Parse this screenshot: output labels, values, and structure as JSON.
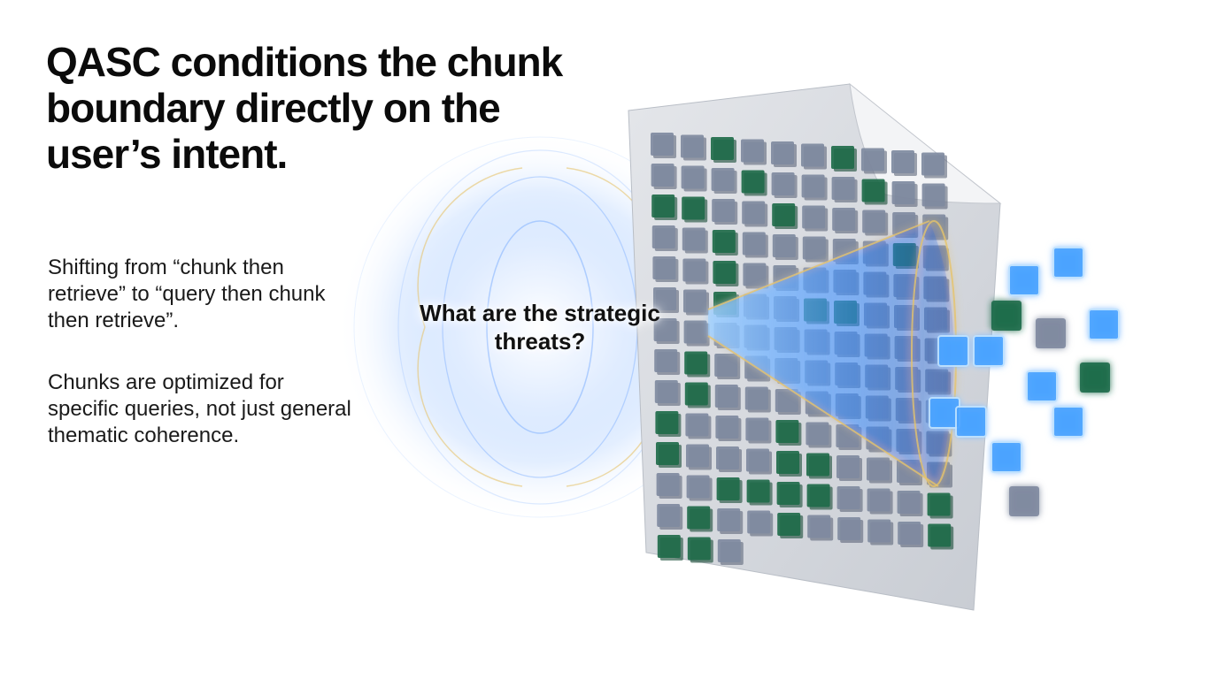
{
  "title": "QASC conditions the chunk boundary directly on the user’s intent.",
  "paragraphs": [
    "Shifting from “chunk then retrieve” to “query then chunk then retrieve”.",
    "Chunks are optimized for specific queries, not just general thematic coherence."
  ],
  "query_text": "What are the strategic threats?",
  "colors": {
    "cube_gray": "#7f8aa0",
    "cube_green": "#1f6b4a",
    "glow_blue": "#3a8dff",
    "glow_gold": "#e6c36a",
    "paper": "#d9dbdf"
  }
}
